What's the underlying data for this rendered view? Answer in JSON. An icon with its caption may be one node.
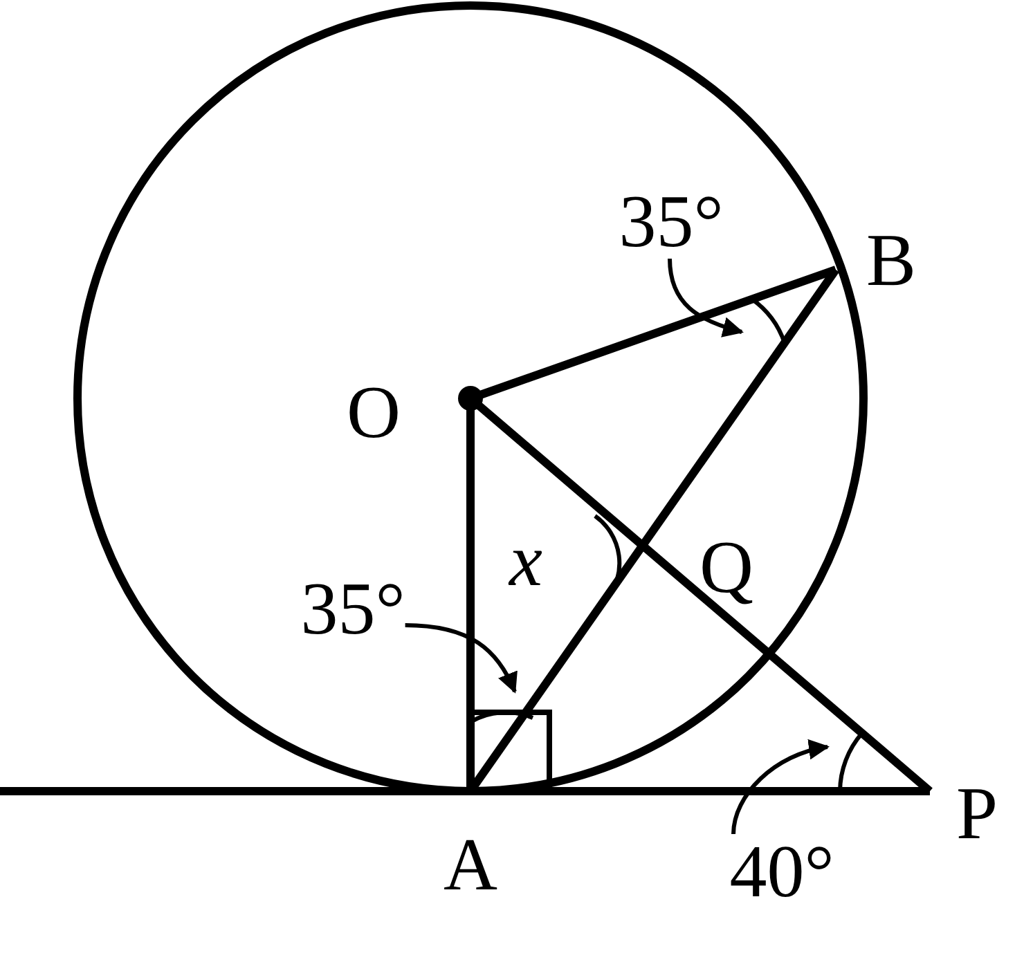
{
  "diagram": {
    "nodes": [
      {
        "text": [
          "35°"
        ]
      },
      {
        "text": [
          "35°"
        ]
      },
      {
        "text": [
          "40°"
        ]
      }
    ],
    "edges": [
      {
        "from": 0,
        "to": null,
        "arrow": "to"
      },
      {
        "from": 1,
        "to": null,
        "arrow": "to"
      },
      {
        "from": 2,
        "to": null,
        "arrow": "to"
      }
    ],
    "labels": [
      "B",
      "O",
      "x",
      "Q",
      "A",
      "P"
    ]
  }
}
